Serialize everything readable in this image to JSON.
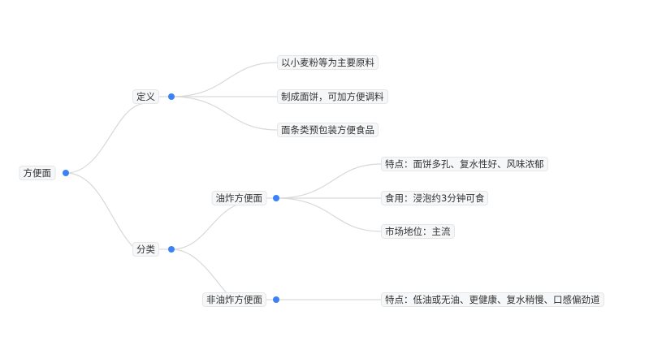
{
  "accent_color": "#3b82f6",
  "root": {
    "label": "方便面"
  },
  "branches": [
    {
      "label": "定义",
      "children": [
        {
          "label": "以小麦粉等为主要原料"
        },
        {
          "label": "制成面饼，可加方便调料"
        },
        {
          "label": "面条类预包装方便食品"
        }
      ]
    },
    {
      "label": "分类",
      "children": [
        {
          "label": "油炸方便面",
          "children": [
            {
              "label": "特点：面饼多孔、复水性好、风味浓郁"
            },
            {
              "label": "食用：浸泡约3分钟可食"
            },
            {
              "label": "市场地位：主流"
            }
          ]
        },
        {
          "label": "非油炸方便面",
          "children": [
            {
              "label": "特点：低油或无油、更健康、复水稍慢、口感偏劲道"
            }
          ]
        }
      ]
    }
  ]
}
